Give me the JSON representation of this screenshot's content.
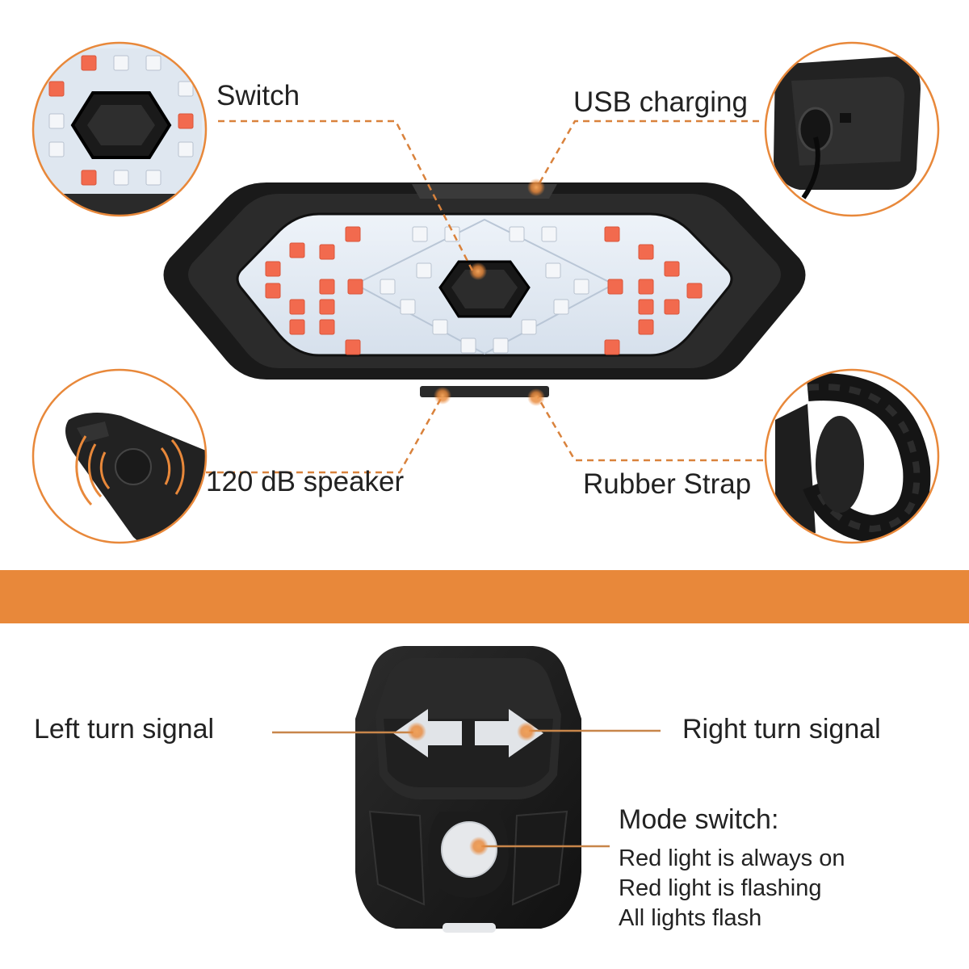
{
  "colors": {
    "accent": "#e8883a",
    "led_red": "#f26a4e",
    "body_dark": "#1c1c1c",
    "lens": "#e3ebf4"
  },
  "labels": {
    "switch": "Switch",
    "usb_charging": "USB charging",
    "speaker": "120 dB speaker",
    "rubber_strap": "Rubber Strap",
    "left_turn": "Left turn signal",
    "right_turn": "Right turn signal"
  },
  "mode": {
    "title": "Mode switch:",
    "items": [
      "Red light is always on",
      "Red light is flashing",
      "All lights flash"
    ]
  },
  "icons": {
    "switch_detail": "hex-button-icon",
    "usb_detail": "usb-cable-icon",
    "speaker_detail": "speaker-icon",
    "strap_detail": "rubber-strap-icon",
    "left_arrow": "arrow-left-icon",
    "right_arrow": "arrow-right-icon",
    "mode_button": "round-button-icon"
  }
}
